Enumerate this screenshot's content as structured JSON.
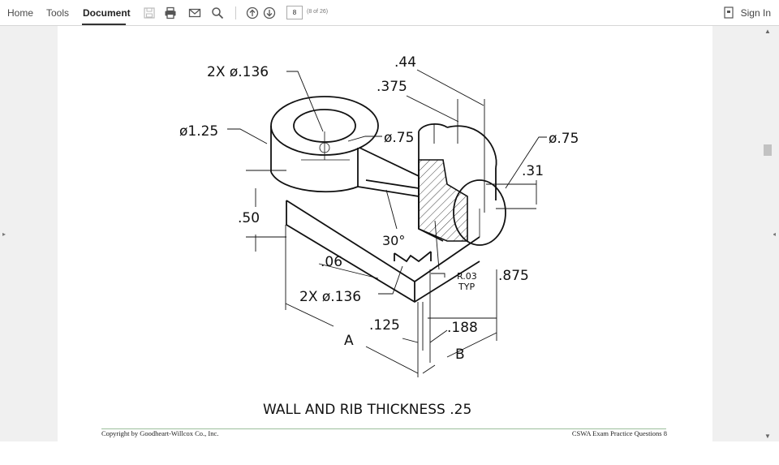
{
  "toolbar": {
    "tabs": [
      "Home",
      "Tools",
      "Document"
    ],
    "active_tab": "Document",
    "page_number": "8",
    "page_count": "(8 of 26)",
    "sign_in": "Sign In"
  },
  "drawing": {
    "dims": {
      "dia_136_top": "2X ø.136",
      "d044": ".44",
      "d0375": ".375",
      "dia_125": "ø1.25",
      "dia_075_center": "ø.75",
      "dia_075_right": "ø.75",
      "d031": ".31",
      "d050": ".50",
      "angle30": "30°",
      "d006": ".06",
      "r003": "R.03",
      "typ": "TYP",
      "d0875": ".875",
      "dia_136_bottom": "2X ø.136",
      "d0125": ".125",
      "d0188": ".188",
      "label_a": "A",
      "label_b": "B"
    },
    "note": "WALL AND RIB THICKNESS .25"
  },
  "footer": {
    "copyright": "Copyright by Goodheart-Willcox Co., Inc.",
    "title": "CSWA Exam Practice Questions   8"
  }
}
